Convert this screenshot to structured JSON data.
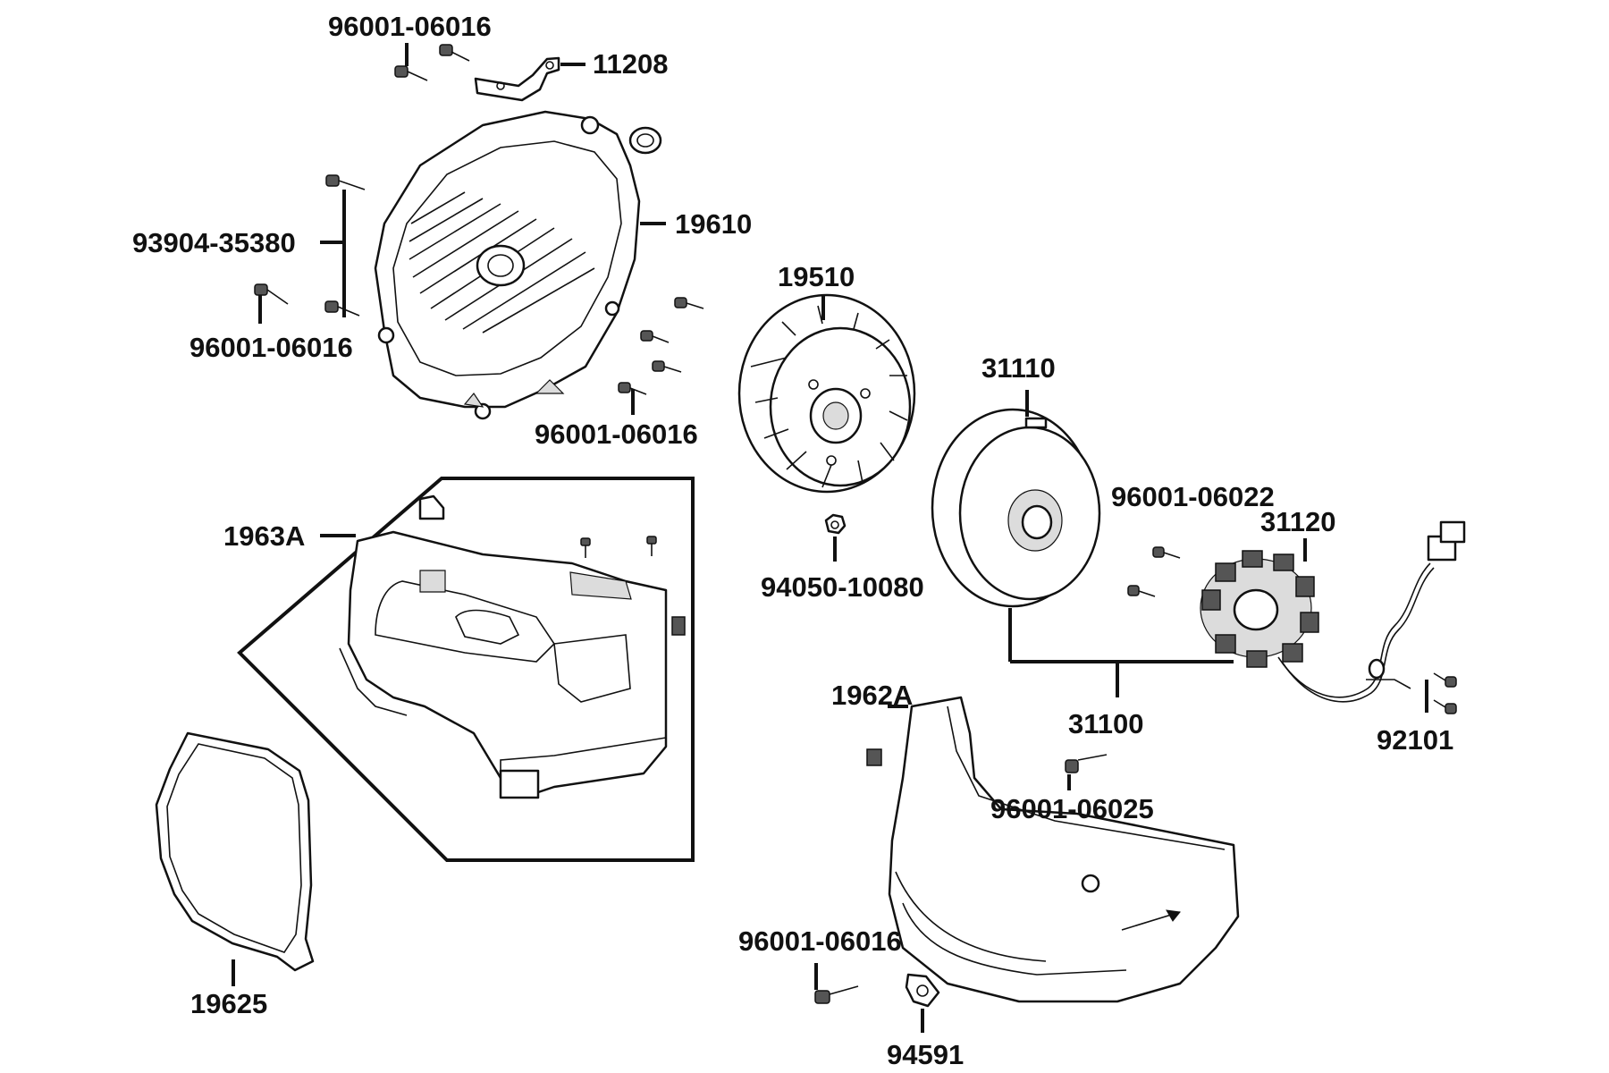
{
  "diagram": {
    "labels": {
      "l96001_06016_top": "96001-06016",
      "l11208": "11208",
      "l19610": "19610",
      "l93904_35380": "93904-35380",
      "l96001_06016_left": "96001-06016",
      "l96001_06016_mid": "96001-06016",
      "l19510": "19510",
      "l31110": "31110",
      "l94050_10080": "94050-10080",
      "l96001_06022": "96001-06022",
      "l31120": "31120",
      "l1963A": "1963A",
      "l1962A": "1962A",
      "l31100": "31100",
      "l92101": "92101",
      "l96001_06025": "96001-06025",
      "l96001_06016_bottom": "96001-06016",
      "l19625": "19625",
      "l94591": "94591"
    }
  }
}
